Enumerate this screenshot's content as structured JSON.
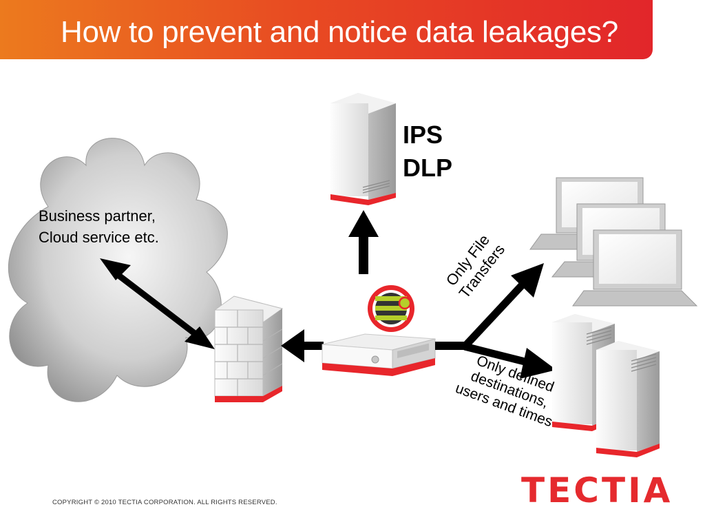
{
  "slide": {
    "title": "How to prevent and notice data leakages?",
    "copyright": "COPYRIGHT © 2010 TECTIA CORPORATION. ALL RIGHTS RESERVED.",
    "logo_text": "TECTIA"
  },
  "diagram": {
    "cloud_label_line1": "Business partner,",
    "cloud_label_line2": "Cloud service etc.",
    "ips_line1": "IPS",
    "ips_line2": "DLP",
    "file_transfer_line1": "Only File",
    "file_transfer_line2": "Transfers",
    "destinations_line1": "Only defined",
    "destinations_line2": "destinations,",
    "destinations_line3": "users and times"
  },
  "colors": {
    "header_start": "#ec7a1e",
    "header_end": "#e2262a",
    "brand_red": "#e52a2e",
    "device_accent": "#e8262b"
  },
  "icons": [
    "cloud-icon",
    "firewall-icon",
    "server-icon",
    "gateway-appliance-icon",
    "laptop-icon",
    "tectia-badge-icon"
  ]
}
